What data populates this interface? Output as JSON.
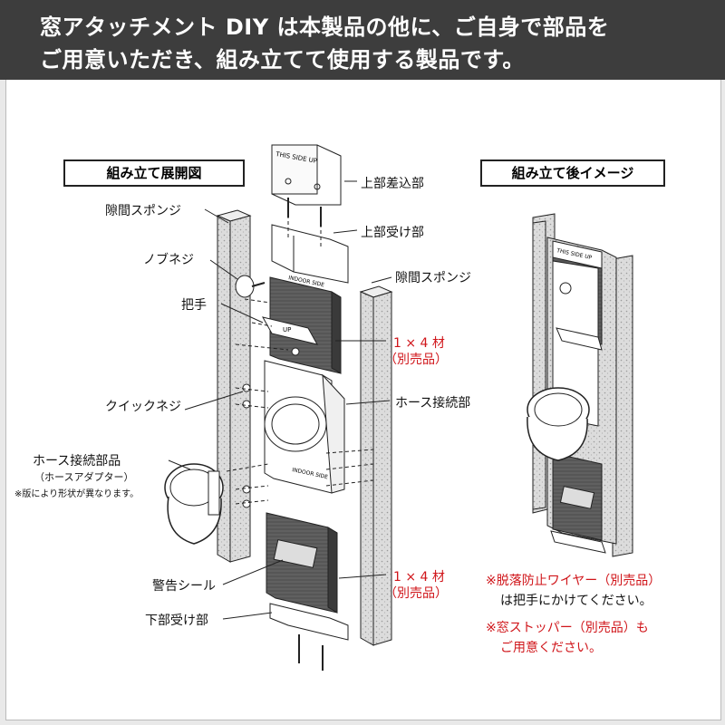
{
  "banner": {
    "line1": "窓アタッチメント DIY は本製品の他に、ご自身で部品を",
    "line2": "ご用意いただき、組み立てて使用する製品です。"
  },
  "left_heading": "組み立て展開図",
  "right_heading": "組み立て後イメージ",
  "labels": {
    "upper_insert": "上部差込部",
    "gap_sponge_1": "隙間スポンジ",
    "upper_receiver": "上部受け部",
    "knob_screw": "ノブネジ",
    "gap_sponge_2": "隙間スポンジ",
    "handle": "把手",
    "lumber_1": "1 × 4 材",
    "lumber_1_note": "（別売品）",
    "quick_screw": "クイックネジ",
    "hose_connection": "ホース接続部",
    "hose_part": "ホース接続部品",
    "hose_adapter": "（ホースアダプター）",
    "shape_note": "※版により形状が異なります。",
    "warning_seal": "警告シール",
    "lumber_2": "1 × 4 材",
    "lumber_2_note": "（別売品）",
    "lower_receiver": "下部受け部"
  },
  "notes": {
    "wire_1": "※脱落防止ワイヤー（別売品）",
    "wire_2": "は把手にかけてください。",
    "stopper_1": "※窓ストッパー（別売品）も",
    "stopper_2": "ご用意ください。"
  },
  "part_texts": {
    "this_side_up": "THIS SIDE UP",
    "indoor_side": "INDOOR SIDE",
    "up": "UP"
  },
  "colors": {
    "banner": "#3d3d3d",
    "red_text": "#d0151a",
    "sponge": "#dcdcdc",
    "lumber": "#555555"
  }
}
